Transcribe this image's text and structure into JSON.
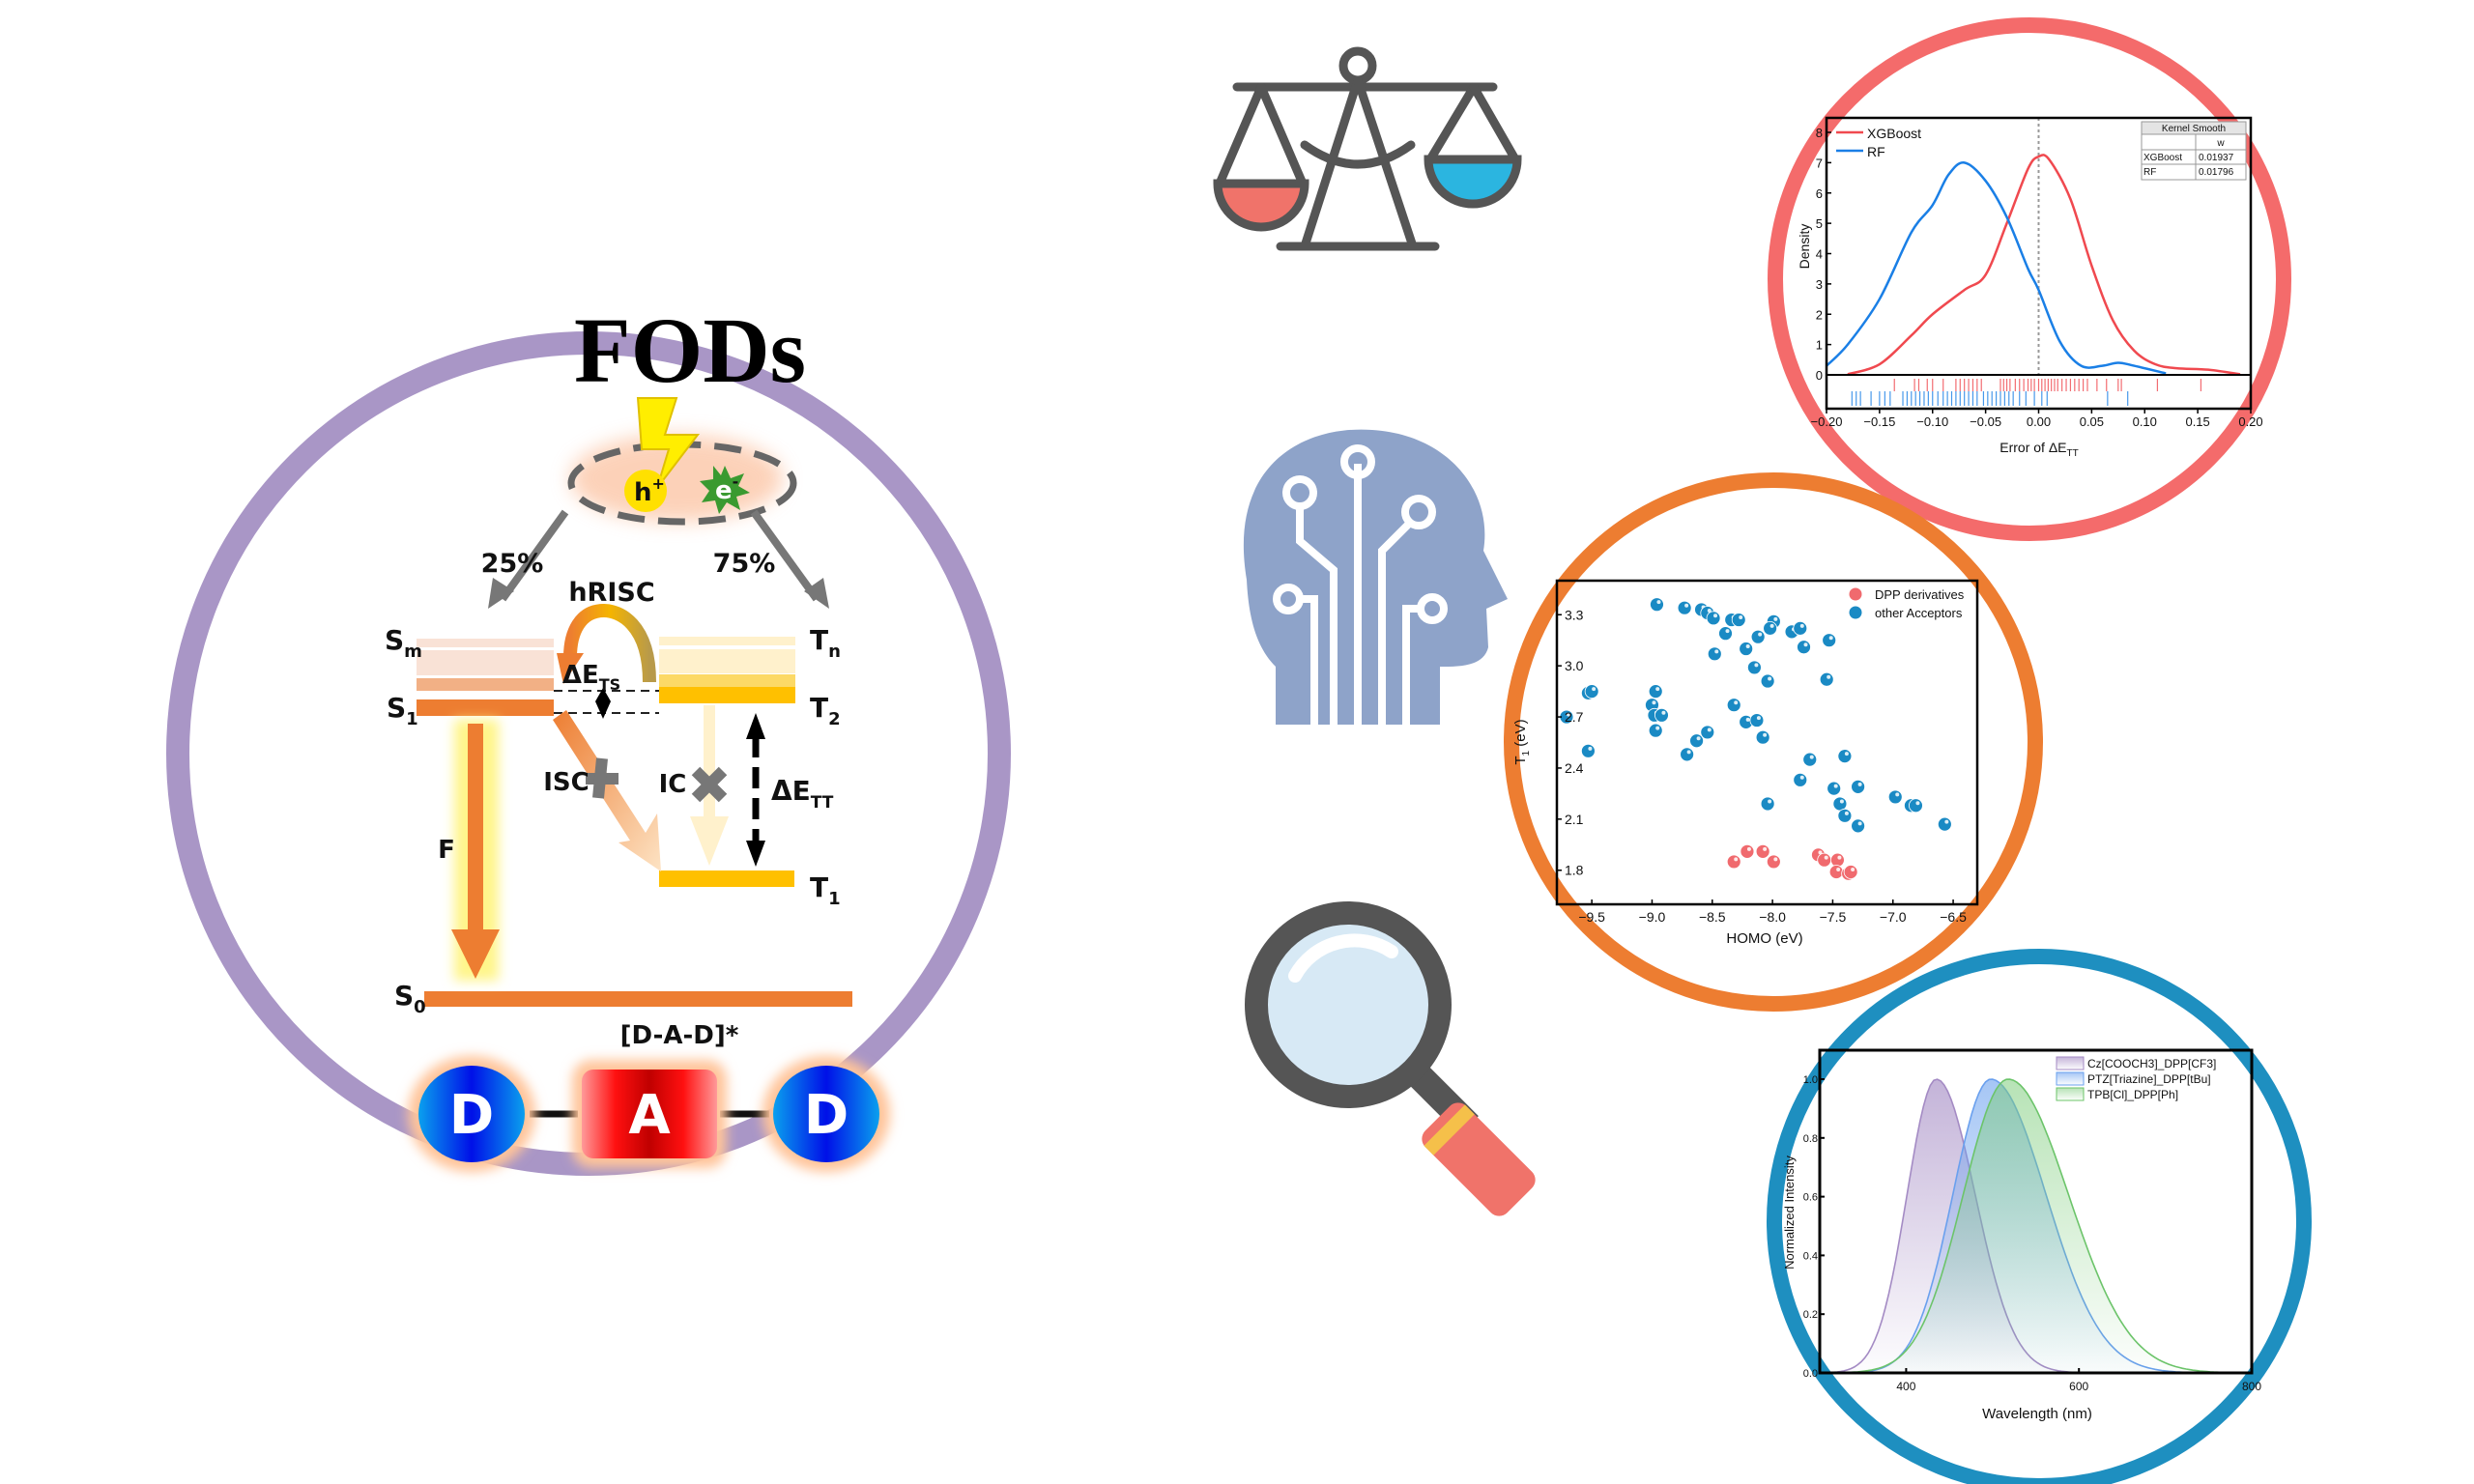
{
  "title": "FODs",
  "exciton": {
    "hole": "h",
    "hole_sup": "+",
    "electron": "e",
    "electron_sup": "-"
  },
  "branches": {
    "singlet_pct": "25%",
    "triplet_pct": "75%"
  },
  "levels": {
    "Sm": {
      "main": "S",
      "sub": "m"
    },
    "S1": {
      "main": "S",
      "sub": "1"
    },
    "S0": {
      "main": "S",
      "sub": "0"
    },
    "Tn": {
      "main": "T",
      "sub": "n"
    },
    "T2": {
      "main": "T",
      "sub": "2"
    },
    "T1": {
      "main": "T",
      "sub": "1"
    }
  },
  "processes": {
    "hrisc": "hRISC",
    "dE_ts": {
      "main": "ΔE",
      "sub": "TS"
    },
    "dE_tt": {
      "main": "ΔE",
      "sub": "TT"
    },
    "isc": "ISC",
    "ic": "IC",
    "fluorescence": "F"
  },
  "molecule": {
    "label": "[D-A-D]*",
    "donor": "D",
    "acceptor": "A"
  },
  "colors": {
    "purple": "#a996c6",
    "red": "#f46b6b",
    "orange": "#ed7d31",
    "blue": "#1e8fc0",
    "xgb": "#f0494f",
    "rf": "#1a7fe6"
  },
  "icons": [
    "balance-scale-icon",
    "ai-head-icon",
    "magnifier-icon"
  ],
  "chart_data": [
    {
      "type": "line",
      "title": "",
      "xlabel": {
        "main": "Error of ΔE",
        "sub": "TT"
      },
      "ylabel": "Density",
      "xlim": [
        -0.2,
        0.2
      ],
      "ylim": [
        0,
        8.3
      ],
      "xticks": [
        "−0.20",
        "−0.15",
        "−0.10",
        "−0.05",
        "0.00",
        "0.05",
        "0.10",
        "0.15",
        "0.20"
      ],
      "xtick_values": [
        -0.2,
        -0.15,
        -0.1,
        -0.05,
        0,
        0.05,
        0.1,
        0.15,
        0.2
      ],
      "yticks": [
        "0",
        "1",
        "2",
        "3",
        "4",
        "5",
        "6",
        "7",
        "8"
      ],
      "legend": "top-left",
      "series": [
        {
          "name": "XGBoost",
          "color": "#f0494f",
          "x": [
            -0.18,
            -0.15,
            -0.12,
            -0.1,
            -0.07,
            -0.05,
            -0.03,
            -0.01,
            0,
            0.01,
            0.03,
            0.05,
            0.07,
            0.09,
            0.11,
            0.13,
            0.16,
            0.19
          ],
          "y": [
            0.02,
            0.35,
            1.3,
            2.0,
            2.8,
            3.3,
            5.0,
            6.8,
            7.2,
            7.1,
            5.8,
            3.6,
            1.8,
            0.8,
            0.35,
            0.22,
            0.17,
            0.02
          ],
          "rug": [
            -0.136,
            -0.117,
            -0.113,
            -0.105,
            -0.1,
            -0.09,
            -0.078,
            -0.074,
            -0.07,
            -0.066,
            -0.062,
            -0.058,
            -0.054,
            -0.036,
            -0.033,
            -0.03,
            -0.027,
            -0.022,
            -0.018,
            -0.014,
            -0.01,
            -0.007,
            -0.004,
            0,
            0.003,
            0.006,
            0.009,
            0.012,
            0.015,
            0.018,
            0.022,
            0.026,
            0.03,
            0.034,
            0.038,
            0.042,
            0.046,
            0.055,
            0.064,
            0.075,
            0.078,
            0.112,
            0.153
          ]
        },
        {
          "name": "RF",
          "color": "#1a7fe6",
          "x": [
            -0.2,
            -0.18,
            -0.15,
            -0.12,
            -0.1,
            -0.085,
            -0.07,
            -0.05,
            -0.03,
            -0.01,
            0,
            0.02,
            0.04,
            0.06,
            0.075,
            0.09,
            0.12
          ],
          "y": [
            0.3,
            1.0,
            2.5,
            4.7,
            5.6,
            6.6,
            7.0,
            6.4,
            5.2,
            3.5,
            2.8,
            1.1,
            0.3,
            0.3,
            0.4,
            0.3,
            0.05
          ],
          "rug": [
            -0.176,
            -0.172,
            -0.168,
            -0.158,
            -0.15,
            -0.145,
            -0.14,
            -0.128,
            -0.124,
            -0.12,
            -0.116,
            -0.112,
            -0.108,
            -0.104,
            -0.1,
            -0.095,
            -0.09,
            -0.086,
            -0.082,
            -0.078,
            -0.074,
            -0.07,
            -0.066,
            -0.062,
            -0.058,
            -0.052,
            -0.048,
            -0.044,
            -0.04,
            -0.036,
            -0.032,
            -0.028,
            -0.024,
            -0.018,
            -0.012,
            -0.004,
            0.003,
            0.008,
            0.065,
            0.084
          ]
        }
      ],
      "table": {
        "title": "Kernel Smooth",
        "col_header": "w",
        "rows": [
          {
            "name": "XGBoost",
            "w": "0.01937"
          },
          {
            "name": "RF",
            "w": "0.01796"
          }
        ]
      }
    },
    {
      "type": "scatter",
      "xlabel": "HOMO (eV)",
      "ylabel": {
        "main": "T",
        "sub": "1",
        "unit": " (eV)"
      },
      "xlim": [
        -9.79,
        -6.3
      ],
      "ylim": [
        1.6,
        3.5
      ],
      "xticks": [
        "−9.5",
        "−9.0",
        "−8.5",
        "−8.0",
        "−7.5",
        "−7.0",
        "−6.5"
      ],
      "xtick_values": [
        -9.5,
        -9,
        -8.5,
        -8,
        -7.5,
        -7,
        -6.5
      ],
      "yticks": [
        "1.8",
        "2.1",
        "2.4",
        "2.7",
        "3.0",
        "3.3"
      ],
      "ytick_values": [
        1.8,
        2.1,
        2.4,
        2.7,
        3.0,
        3.3
      ],
      "legend": "top-right",
      "series": [
        {
          "name": "DPP derivatives",
          "color": "#f06a6e",
          "points": [
            [
              -8.32,
              1.85
            ],
            [
              -8.21,
              1.91
            ],
            [
              -8.08,
              1.91
            ],
            [
              -7.99,
              1.85
            ],
            [
              -7.62,
              1.89
            ],
            [
              -7.57,
              1.86
            ],
            [
              -7.46,
              1.86
            ],
            [
              -7.47,
              1.79
            ],
            [
              -7.37,
              1.78
            ],
            [
              -7.35,
              1.79
            ]
          ]
        },
        {
          "name": "other Acceptors",
          "color": "#1a8ac4",
          "points": [
            [
              -8.96,
              3.36
            ],
            [
              -8.73,
              3.34
            ],
            [
              -8.59,
              3.33
            ],
            [
              -8.54,
              3.31
            ],
            [
              -8.49,
              3.28
            ],
            [
              -8.34,
              3.27
            ],
            [
              -8.28,
              3.27
            ],
            [
              -7.99,
              3.26
            ],
            [
              -8.02,
              3.22
            ],
            [
              -8.39,
              3.19
            ],
            [
              -8.12,
              3.17
            ],
            [
              -7.84,
              3.2
            ],
            [
              -7.77,
              3.22
            ],
            [
              -7.53,
              3.15
            ],
            [
              -8.22,
              3.1
            ],
            [
              -7.74,
              3.11
            ],
            [
              -8.48,
              3.07
            ],
            [
              -8.15,
              2.99
            ],
            [
              -8.04,
              2.91
            ],
            [
              -7.55,
              2.92
            ],
            [
              -9.53,
              2.84
            ],
            [
              -9.5,
              2.85
            ],
            [
              -8.97,
              2.85
            ],
            [
              -9.0,
              2.77
            ],
            [
              -8.32,
              2.77
            ],
            [
              -9.71,
              2.7
            ],
            [
              -8.98,
              2.71
            ],
            [
              -8.92,
              2.71
            ],
            [
              -8.97,
              2.62
            ],
            [
              -8.22,
              2.67
            ],
            [
              -8.13,
              2.68
            ],
            [
              -8.08,
              2.58
            ],
            [
              -8.54,
              2.61
            ],
            [
              -8.63,
              2.56
            ],
            [
              -8.71,
              2.48
            ],
            [
              -9.53,
              2.5
            ],
            [
              -7.69,
              2.45
            ],
            [
              -7.4,
              2.47
            ],
            [
              -7.77,
              2.33
            ],
            [
              -7.49,
              2.28
            ],
            [
              -7.29,
              2.29
            ],
            [
              -8.04,
              2.19
            ],
            [
              -7.44,
              2.19
            ],
            [
              -7.4,
              2.12
            ],
            [
              -7.29,
              2.06
            ],
            [
              -6.98,
              2.23
            ],
            [
              -6.85,
              2.18
            ],
            [
              -6.81,
              2.18
            ],
            [
              -6.57,
              2.07
            ]
          ]
        }
      ]
    },
    {
      "type": "area",
      "xlabel": "Wavelength (nm)",
      "ylabel": "Normalized Intensity",
      "xlim": [
        300,
        800
      ],
      "ylim": [
        0,
        1.1
      ],
      "xticks": [
        "400",
        "600",
        "800"
      ],
      "xtick_values": [
        400,
        600,
        800
      ],
      "yticks": [
        "0.0",
        "0.2",
        "0.4",
        "0.6",
        "0.8",
        "1.0"
      ],
      "ytick_values": [
        0,
        0.2,
        0.4,
        0.6,
        0.8,
        1.0
      ],
      "legend": "top-right",
      "series": [
        {
          "name": "Cz[COOCH3]_DPP[CF3]",
          "color": "#a48bc4",
          "peak_nm": 435,
          "sigma_left": 34,
          "sigma_right": 45
        },
        {
          "name": "PTZ[Triazine]_DPP[tBu]",
          "color": "#6aa0ee",
          "peak_nm": 498,
          "sigma_left": 44,
          "sigma_right": 64
        },
        {
          "name": "TPB[Cl]_DPP[Ph]",
          "color": "#6cc46a",
          "peak_nm": 518,
          "sigma_left": 52,
          "sigma_right": 70
        }
      ]
    }
  ]
}
